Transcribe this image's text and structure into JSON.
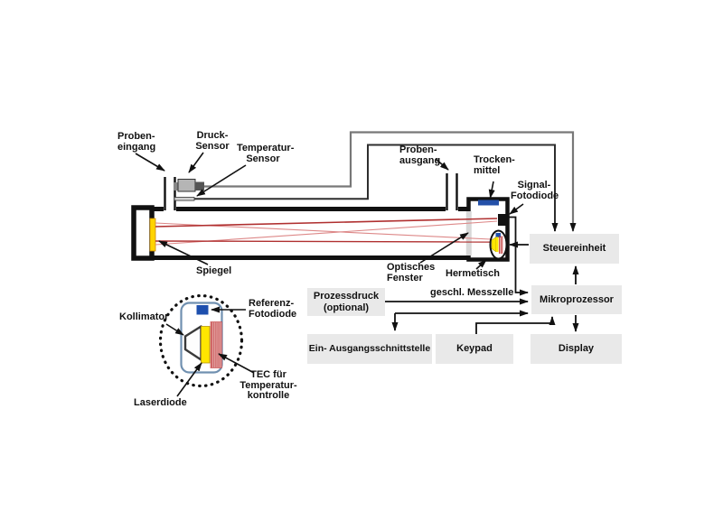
{
  "labels": {
    "probeneingang": "Proben-\neingang",
    "druck_sensor": "Druck-\nSensor",
    "temperatur_sensor": "Temperatur-\nSensor",
    "spiegel": "Spiegel",
    "probenausgang": "Proben-\nausgang",
    "trockenmittel": "Trocken-\nmittel",
    "signal_fotodiode": "Signal-\nFotodiode",
    "optisches_fenster": "Optisches\nFenster",
    "hermetisch_line1": "Hermetisch",
    "hermetisch_line2": "geschl. Messzelle",
    "kollimator": "Kollimator",
    "referenz_fotodiode": "Referenz-\nFotodiode",
    "tec": "TEC für\nTemperatur-\nkontrolle",
    "laserdiode": "Laserdiode"
  },
  "boxes": {
    "steuereinheit": "Steuereinheit",
    "mikroprozessor": "Mikroprozessor",
    "display": "Display",
    "keypad": "Keypad",
    "ein_ausgang": "Ein- Ausgangsschnittstelle",
    "prozessdruck": "Prozessdruck\n(optional)"
  },
  "colors": {
    "box_fill": "#e9e9e9",
    "beam_red": "#b03030",
    "beam_red_light": "#dd8888",
    "mirror_yellow": "#ffd400",
    "trockenmittel_blue": "#2450a8",
    "fotodiode_blue": "#1d4fae",
    "laserdiode_yellow": "#ffe600",
    "tec_red": "#c23b3b",
    "window_gray": "#d8d8d8"
  }
}
